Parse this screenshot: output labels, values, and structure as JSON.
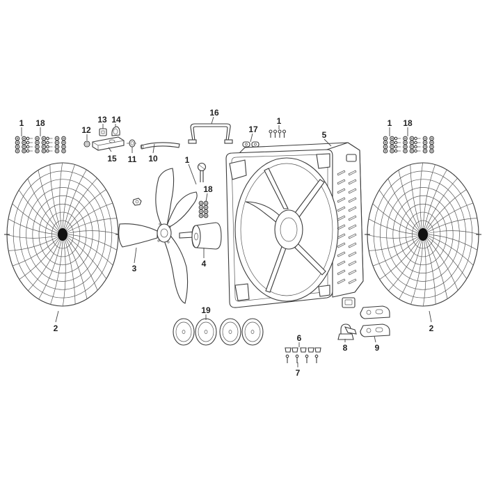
{
  "callouts": [
    {
      "id": "1-left",
      "label": "1"
    },
    {
      "id": "18-left",
      "label": "18"
    },
    {
      "id": "12",
      "label": "12"
    },
    {
      "id": "13",
      "label": "13"
    },
    {
      "id": "14",
      "label": "14"
    },
    {
      "id": "15",
      "label": "15"
    },
    {
      "id": "11",
      "label": "11"
    },
    {
      "id": "10",
      "label": "10"
    },
    {
      "id": "16",
      "label": "16"
    },
    {
      "id": "1-top",
      "label": "1"
    },
    {
      "id": "17",
      "label": "17"
    },
    {
      "id": "5",
      "label": "5"
    },
    {
      "id": "1-right",
      "label": "1"
    },
    {
      "id": "18-right",
      "label": "18"
    },
    {
      "id": "1-mid",
      "label": "1"
    },
    {
      "id": "18-mid",
      "label": "18"
    },
    {
      "id": "2-left",
      "label": "2"
    },
    {
      "id": "3",
      "label": "3"
    },
    {
      "id": "4",
      "label": "4"
    },
    {
      "id": "19",
      "label": "19"
    },
    {
      "id": "6",
      "label": "6"
    },
    {
      "id": "7",
      "label": "7"
    },
    {
      "id": "8",
      "label": "8"
    },
    {
      "id": "9",
      "label": "9"
    },
    {
      "id": "2-right",
      "label": "2"
    }
  ]
}
